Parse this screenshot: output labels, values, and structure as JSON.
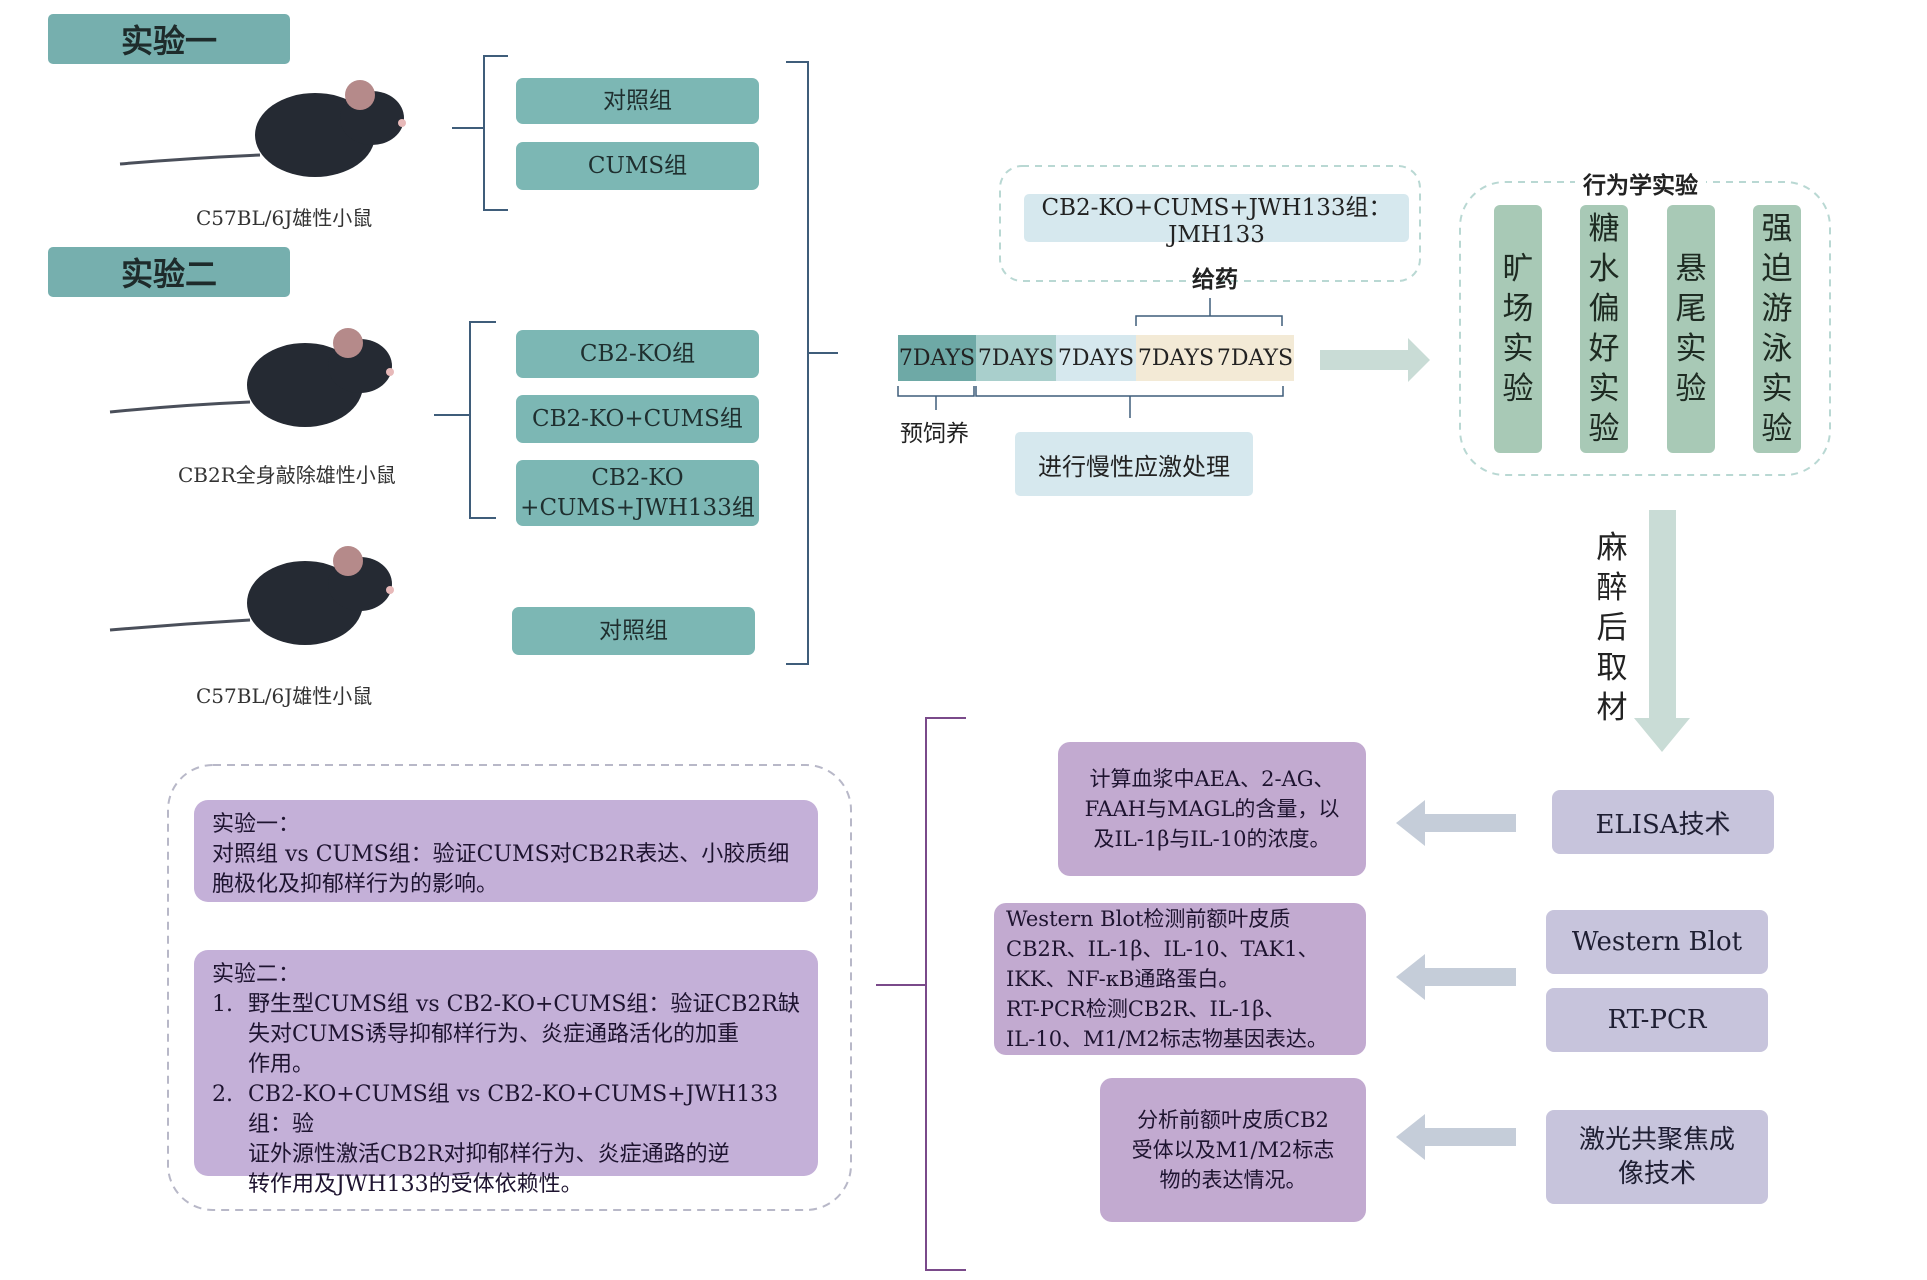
{
  "experiment1": {
    "label": "实验一",
    "mouse_caption": "C57BL/6J雄性小鼠",
    "groups": [
      "对照组",
      "CUMS组"
    ]
  },
  "experiment2": {
    "label": "实验二",
    "mouse_caption_ko": "CB2R全身敲除雄性小鼠",
    "groups_ko": [
      "CB2-KO组",
      "CB2-KO+CUMS组",
      "CB2-KO",
      "+CUMS+JWH133组"
    ],
    "mouse_caption_wt": "C57BL/6J雄性小鼠",
    "group_wt": "对照组"
  },
  "drug": {
    "box": "CB2-KO+CUMS+JWH133组：JMH133",
    "label": "给药"
  },
  "timeline": {
    "segments": [
      "7DAYS",
      "7DAYS",
      "7DAYS",
      "7DAYS",
      "7DAYS"
    ],
    "preacclimation": "预饲养",
    "stress_label": "进行慢性应激处理"
  },
  "behavior": {
    "title": "行为学实验",
    "tests": [
      [
        "旷",
        "场",
        "实",
        "验"
      ],
      [
        "糖",
        "水",
        "偏",
        "好",
        "实",
        "验"
      ],
      [
        "悬",
        "尾",
        "实",
        "验"
      ],
      [
        "强",
        "迫",
        "游",
        "泳",
        "实",
        "验"
      ]
    ]
  },
  "sampling": [
    "麻",
    "醉",
    "后",
    "取",
    "材"
  ],
  "methods": {
    "elisa": "ELISA技术",
    "western": "Western Blot",
    "rtpcr": "RT-PCR",
    "confocal": [
      "激光共聚焦成",
      "像技术"
    ]
  },
  "results": {
    "elisa": [
      "计算血浆中AEA、2-AG、",
      "FAAH与MAGL的含量，以",
      "及IL-1β与IL-10的浓度。"
    ],
    "western": [
      "Western Blot检测前额叶皮质",
      "CB2R、IL-1β、IL-10、TAK1、",
      "IKK、NF-κB通路蛋白。",
      "RT-PCR检测CB2R、IL-1β、",
      "IL-10、M1/M2标志物基因表达。"
    ],
    "confocal": [
      "分析前额叶皮质CB2",
      "受体以及M1/M2标志",
      "物的表达情况。"
    ]
  },
  "summary": {
    "exp1_title": "实验一：",
    "exp1_lines": [
      "对照组 vs CUMS组：验证CUMS对CB2R表达、小胶质细",
      "胞极化及抑郁样行为的影响。"
    ],
    "exp2_title": "实验二：",
    "exp2_items": [
      {
        "num": "1.",
        "lines": [
          "野生型CUMS组 vs CB2-KO+CUMS组：验证CB2R缺",
          "失对CUMS诱导抑郁样行为、炎症通路活化的加重",
          "作用。"
        ]
      },
      {
        "num": "2.",
        "lines": [
          "CB2-KO+CUMS组 vs CB2-KO+CUMS+JWH133组：验",
          "证外源性激活CB2R对抑郁样行为、炎症通路的逆",
          "转作用及JWH133的受体依赖性。"
        ]
      }
    ]
  },
  "colors": {
    "teal": "#76afae",
    "lavender": "#c2aad0",
    "periwinkle": "#c7c4dc",
    "sage": "#a8c9b6",
    "arrow": "#c9dcd6"
  }
}
